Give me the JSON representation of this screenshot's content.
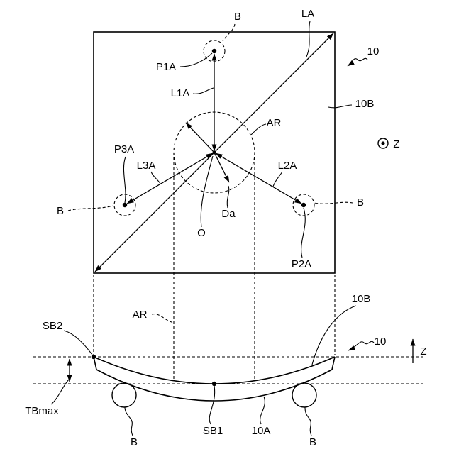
{
  "plan_view": {
    "member_numeral": "10",
    "surface_numeral": "10B",
    "diagonal_label": "LA",
    "region_label": "AR",
    "center_label": "O",
    "direction_label": "Da",
    "axis_label": "Z",
    "supports": [
      {
        "point": "P1A",
        "distance": "L1A",
        "support": "B"
      },
      {
        "point": "P2A",
        "distance": "L2A",
        "support": "B"
      },
      {
        "point": "P3A",
        "distance": "L3A",
        "support": "B"
      }
    ]
  },
  "side_view": {
    "member_numeral": "10",
    "upper_surface_numeral": "10B",
    "lower_surface_numeral": "10A",
    "region_label": "AR",
    "edge_point_label": "SB2",
    "lowest_point_label": "SB1",
    "deflection_label": "TBmax",
    "axis_label": "Z",
    "supports": [
      "B",
      "B"
    ]
  }
}
